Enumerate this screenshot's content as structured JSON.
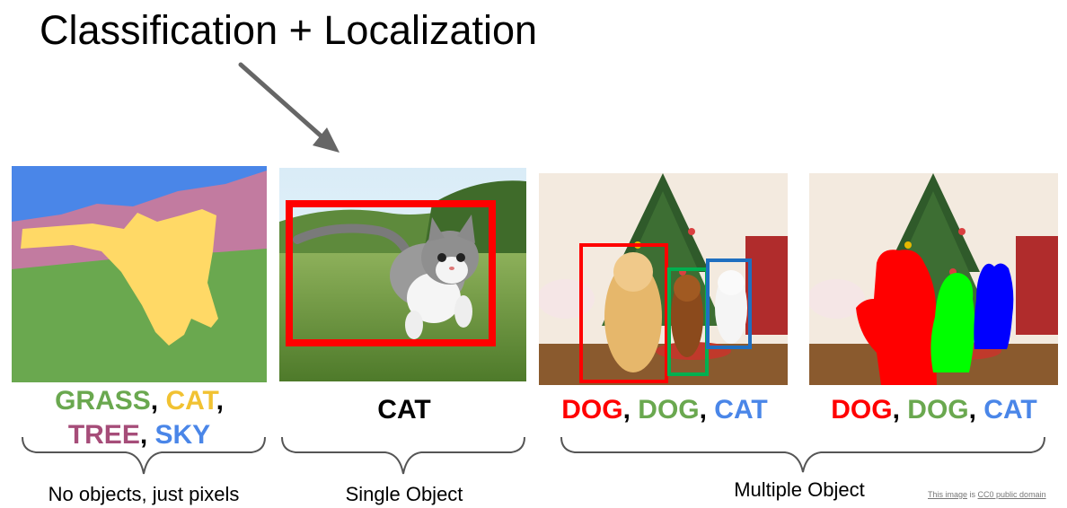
{
  "title": "Classification + Localization",
  "panels": {
    "semantic": {
      "labels": [
        {
          "text": "GRASS",
          "color": "#6aa84f"
        },
        {
          "text": "CAT",
          "color": "#f1c232"
        },
        {
          "text": "TREE",
          "color": "#a64d79"
        },
        {
          "text": "SKY",
          "color": "#4a86e8"
        }
      ],
      "caption": "No objects, just pixels",
      "colors": {
        "sky": "#4a86e8",
        "tree": "#c27ba0",
        "grass": "#6aa84f",
        "cat": "#ffd966"
      }
    },
    "localization": {
      "label": "CAT",
      "caption": "Single Object",
      "box_color": "#ff0000"
    },
    "detection": {
      "labels": [
        {
          "text": "DOG",
          "color": "#ff0000"
        },
        {
          "text": "DOG",
          "color": "#6aa84f"
        },
        {
          "text": "CAT",
          "color": "#4a86e8"
        }
      ],
      "box_colors": [
        "#ff0000",
        "#00b050",
        "#1f6fc0"
      ]
    },
    "instance": {
      "labels": [
        {
          "text": "DOG",
          "color": "#ff0000"
        },
        {
          "text": "DOG",
          "color": "#6aa84f"
        },
        {
          "text": "CAT",
          "color": "#4a86e8"
        }
      ],
      "mask_colors": [
        "#ff0000",
        "#00ff00",
        "#0000ff"
      ]
    },
    "multiple_caption": "Multiple Object"
  },
  "separator": ", ",
  "footnote": {
    "link1": "This image",
    "middle": " is ",
    "link2": "CC0 public domain"
  }
}
